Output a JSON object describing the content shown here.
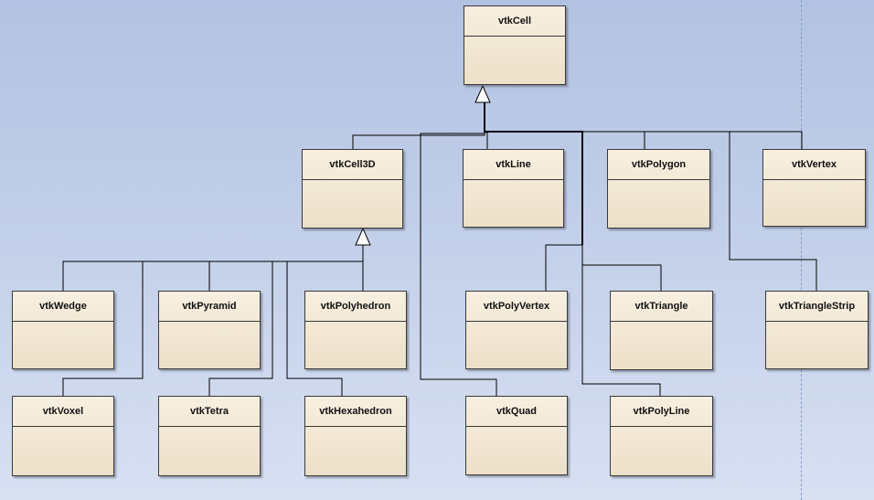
{
  "diagram": {
    "root": {
      "name": "vtkCell"
    },
    "level1": [
      {
        "name": "vtkCell3D"
      },
      {
        "name": "vtkLine"
      },
      {
        "name": "vtkPolygon"
      },
      {
        "name": "vtkVertex"
      }
    ],
    "cell3d_children": [
      {
        "name": "vtkWedge"
      },
      {
        "name": "vtkPyramid"
      },
      {
        "name": "vtkPolyhedron"
      },
      {
        "name": "vtkVoxel"
      },
      {
        "name": "vtkTetra"
      },
      {
        "name": "vtkHexahedron"
      }
    ],
    "other_children": [
      {
        "name": "vtkPolyVertex"
      },
      {
        "name": "vtkTriangle"
      },
      {
        "name": "vtkTriangleStrip"
      },
      {
        "name": "vtkQuad"
      },
      {
        "name": "vtkPolyLine"
      }
    ]
  },
  "colors": {
    "background_top": "#b2c2e2",
    "background_bottom": "#d8e0f2",
    "class_fill": "#f3e9d6",
    "line": "#000000"
  }
}
